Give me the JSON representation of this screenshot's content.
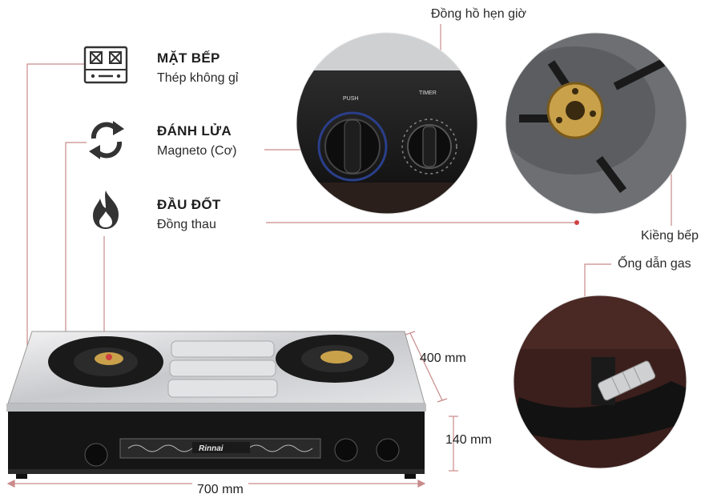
{
  "features": [
    {
      "title": "MẶT BẾP",
      "subtitle": "Thép không gỉ",
      "icon": "stove-top-icon"
    },
    {
      "title": "ĐÁNH LỬA",
      "subtitle": "Magneto (Cơ)",
      "icon": "refresh-cycle-icon"
    },
    {
      "title": "ĐẦU ĐỐT",
      "subtitle": "Đồng thau",
      "icon": "flame-icon"
    }
  ],
  "callouts": {
    "timer": "Đồng hồ hẹn giờ",
    "grate": "Kiềng bếp",
    "gas_pipe": "Ống dẫn gas"
  },
  "dimensions": {
    "depth": "400 mm",
    "height": "140 mm",
    "width": "700 mm"
  },
  "knob_labels": {
    "push": "PUSH",
    "timer": "TIMER"
  },
  "brand": "Rinnai",
  "colors": {
    "line": "#c98a8a",
    "dot": "#d04040",
    "steel": "#d9dadc",
    "dark": "#1a1a1a",
    "brass": "#c9a14a"
  }
}
